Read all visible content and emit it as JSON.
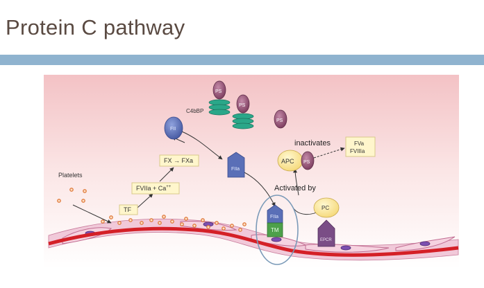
{
  "title": "Protein C pathway",
  "labels": {
    "platelets": "Platelets",
    "tf": "TF",
    "fviia": "FVIIa + Ca",
    "ca_sup": "++",
    "fx": "FX → FXa",
    "fii": "FII",
    "fiia": "FIIa",
    "c4bbp": "C4bBP",
    "ps": "PS",
    "inactivates": "inactivates",
    "fva": "FVa",
    "fviiia": "FVIIIa",
    "apc": "APC",
    "activated_by": "Activated by",
    "pc": "PC",
    "tm": "TM",
    "epcr": "EPCR"
  },
  "colors": {
    "title_text": "#5a4a42",
    "title_bar": "#8fb3cf",
    "endothelium": "#f1c9d9",
    "blood_line": "#d42027",
    "box_fill": "#fff6cc",
    "box_border": "#d8c98a",
    "ps": "#8c4c6c",
    "c4bbp": "#2aa789",
    "fii": "#5a6fb7",
    "apc": "#fbe59a",
    "tm": "#4da04a",
    "epcr": "#7a4d86",
    "highlight_ring": "#7a9ab8"
  }
}
